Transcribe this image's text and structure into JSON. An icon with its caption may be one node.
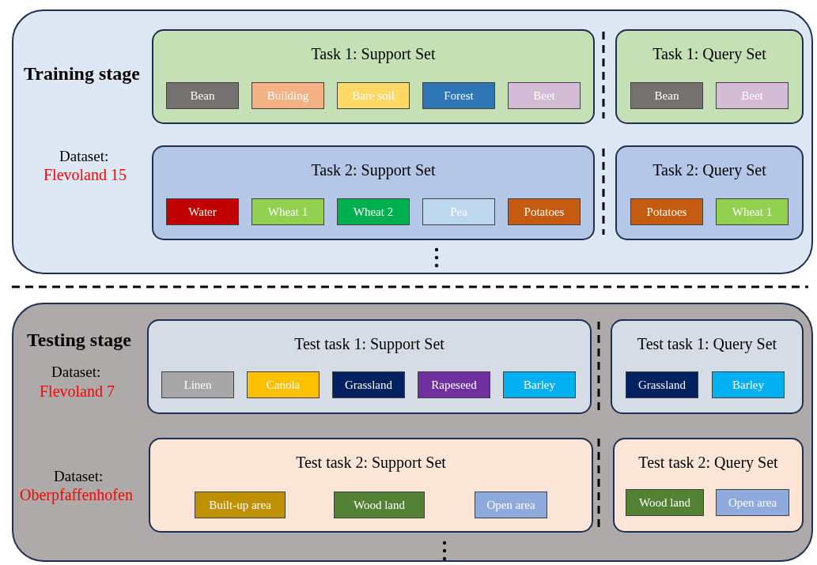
{
  "diagram": {
    "nodes": [
      {
        "text": [
          "Training stage",
          "Dataset:",
          "Flevoland 15"
        ]
      },
      {
        "text": [
          "Task 1: Support Set"
        ],
        "in": 0
      },
      {
        "text": [
          "Bean"
        ],
        "in": 1
      },
      {
        "text": [
          "Building"
        ],
        "in": 1
      },
      {
        "text": [
          "Bare soil"
        ],
        "in": 1
      },
      {
        "text": [
          "Forest"
        ],
        "in": 1
      },
      {
        "text": [
          "Beet"
        ],
        "in": 1
      },
      {
        "text": [
          "Task 1: Query Set"
        ],
        "in": 0
      },
      {
        "text": [
          "Bean"
        ],
        "in": 7
      },
      {
        "text": [
          "Beet"
        ],
        "in": 7
      },
      {
        "text": [
          "Task 2: Support Set"
        ],
        "in": 0
      },
      {
        "text": [
          "Water"
        ],
        "in": 10
      },
      {
        "text": [
          "Wheat 1"
        ],
        "in": 10
      },
      {
        "text": [
          "Wheat 2"
        ],
        "in": 10
      },
      {
        "text": [
          "Pea"
        ],
        "in": 10
      },
      {
        "text": [
          "Potatoes"
        ],
        "in": 10
      },
      {
        "text": [
          "Task 2: Query Set"
        ],
        "in": 0
      },
      {
        "text": [
          "Potatoes"
        ],
        "in": 16
      },
      {
        "text": [
          "Wheat 1"
        ],
        "in": 16
      },
      {
        "text": [
          "Testing stage",
          "Dataset:",
          "Flevoland 7",
          "Dataset:",
          "Oberpfaffenhofen"
        ]
      },
      {
        "text": [
          "Test task 1: Support Set"
        ],
        "in": 19
      },
      {
        "text": [
          "Linen"
        ],
        "in": 20
      },
      {
        "text": [
          "Canola"
        ],
        "in": 20
      },
      {
        "text": [
          "Grassland"
        ],
        "in": 20
      },
      {
        "text": [
          "Rapeseed"
        ],
        "in": 20
      },
      {
        "text": [
          "Barley"
        ],
        "in": 20
      },
      {
        "text": [
          "Test task 1: Query Set"
        ],
        "in": 19
      },
      {
        "text": [
          "Grassland"
        ],
        "in": 26
      },
      {
        "text": [
          "Barley"
        ],
        "in": 26
      },
      {
        "text": [
          "Test task 2: Support Set"
        ],
        "in": 19
      },
      {
        "text": [
          "Built-up area"
        ],
        "in": 29
      },
      {
        "text": [
          "Wood land"
        ],
        "in": 29
      },
      {
        "text": [
          "Open area"
        ],
        "in": 29
      },
      {
        "text": [
          "Test task 2: Query Set"
        ],
        "in": 19
      },
      {
        "text": [
          "Wood land"
        ],
        "in": 33
      },
      {
        "text": [
          "Open area"
        ],
        "in": 33
      }
    ],
    "edges": []
  }
}
